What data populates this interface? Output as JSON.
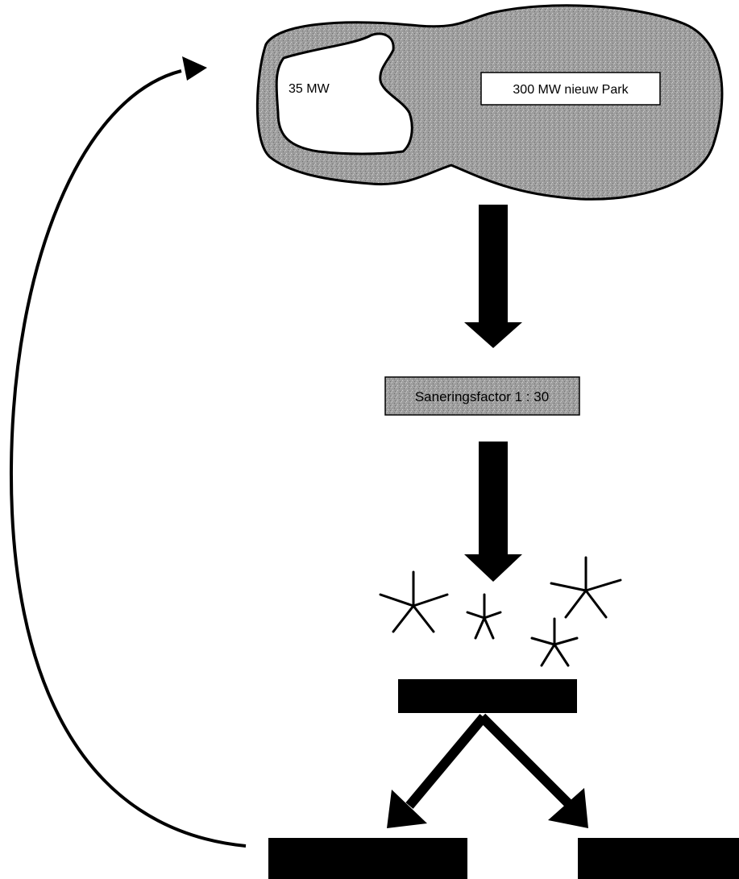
{
  "diagram": {
    "park": {
      "existing_label": "35 MW",
      "new_label": "300 MW nieuw Park"
    },
    "factor": {
      "label": "Saneringsfactor 1 : 30"
    }
  },
  "colors": {
    "ink": "#000000",
    "area_fill": "#9a9a9a",
    "box_fill": "#8c8c8c",
    "background": "#ffffff"
  }
}
